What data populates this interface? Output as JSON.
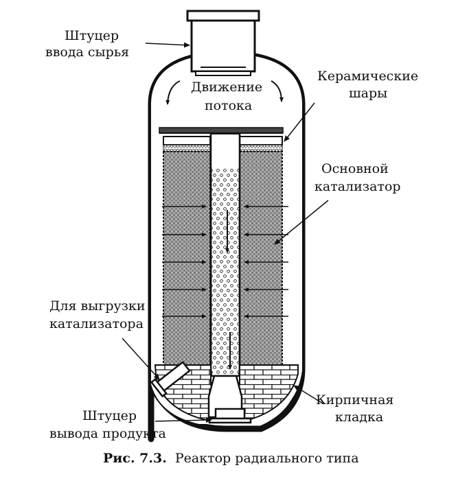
{
  "labels": {
    "inlet_line1": "Штуцер",
    "inlet_line2": "ввода сырья",
    "flow_line1": "Движение",
    "flow_line2": "потока",
    "ceramic_line1": "Керамические",
    "ceramic_line2": "шары",
    "catalyst_line1": "Основной",
    "catalyst_line2": "катализатор",
    "unload_line1": "Для выгрузки",
    "unload_line2": "катализатора",
    "brick_line1": "Кирпичная",
    "brick_line2": "кладка",
    "outlet_line1": "Штуцер",
    "outlet_line2": "вывода продукта"
  },
  "caption": {
    "number": "Рис. 7.3.",
    "text": "Реактор радиального типа"
  },
  "colors": {
    "ink": "#111111",
    "catalyst_fill": "#9a9a9a",
    "background": "#ffffff"
  }
}
